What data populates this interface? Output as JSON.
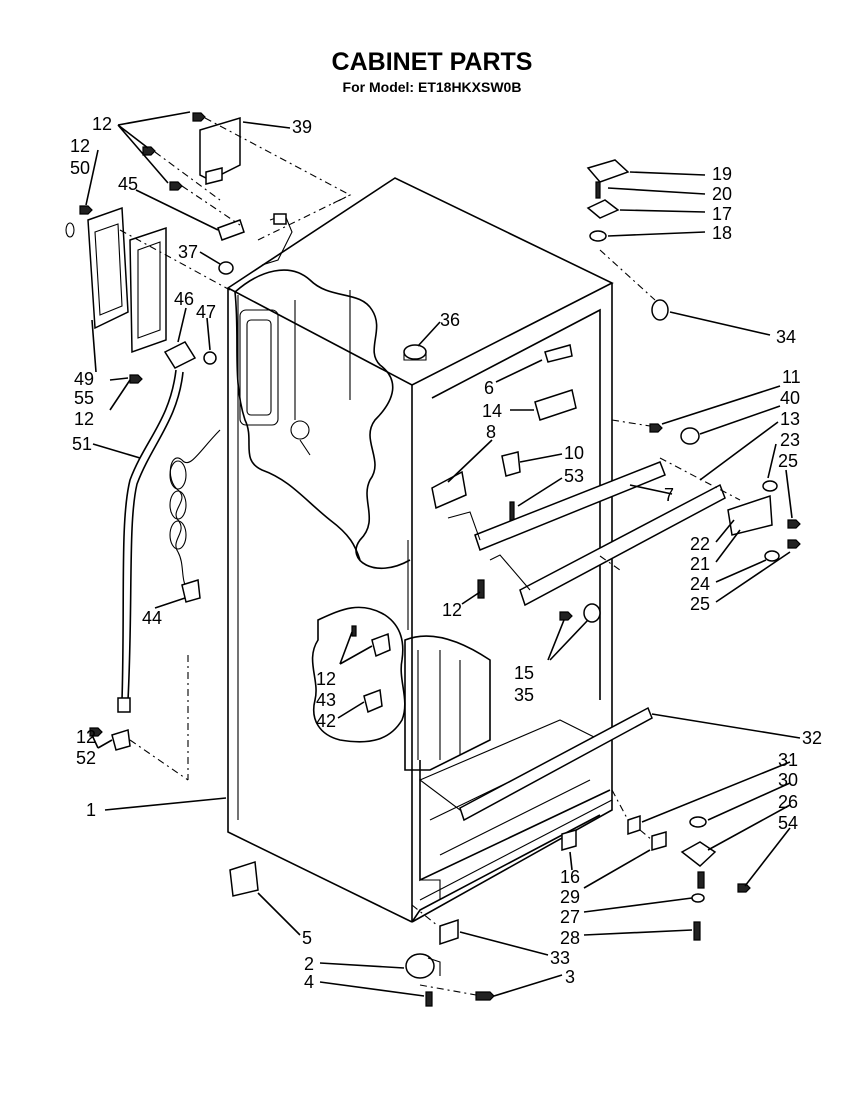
{
  "header": {
    "title": "CABINET PARTS",
    "model": "For Model: ET18HKXSW0B"
  },
  "callouts": [
    {
      "key": "c12a",
      "text": "12"
    },
    {
      "key": "c39",
      "text": "39"
    },
    {
      "key": "c12b",
      "text": "12"
    },
    {
      "key": "c50",
      "text": "50"
    },
    {
      "key": "c45",
      "text": "45"
    },
    {
      "key": "c37",
      "text": "37"
    },
    {
      "key": "c46",
      "text": "46"
    },
    {
      "key": "c47",
      "text": "47"
    },
    {
      "key": "c49",
      "text": "49"
    },
    {
      "key": "c55",
      "text": "55"
    },
    {
      "key": "c12c",
      "text": "12"
    },
    {
      "key": "c51",
      "text": "51"
    },
    {
      "key": "c44",
      "text": "44"
    },
    {
      "key": "c12d",
      "text": "12"
    },
    {
      "key": "c52",
      "text": "52"
    },
    {
      "key": "c1",
      "text": "1"
    },
    {
      "key": "c5",
      "text": "5"
    },
    {
      "key": "c2",
      "text": "2"
    },
    {
      "key": "c4",
      "text": "4"
    },
    {
      "key": "c36",
      "text": "36"
    },
    {
      "key": "c6",
      "text": "6"
    },
    {
      "key": "c14",
      "text": "14"
    },
    {
      "key": "c8",
      "text": "8"
    },
    {
      "key": "c10",
      "text": "10"
    },
    {
      "key": "c53",
      "text": "53"
    },
    {
      "key": "c7",
      "text": "7"
    },
    {
      "key": "c12e",
      "text": "12"
    },
    {
      "key": "c15",
      "text": "15"
    },
    {
      "key": "c35",
      "text": "35"
    },
    {
      "key": "c12f",
      "text": "12"
    },
    {
      "key": "c43",
      "text": "43"
    },
    {
      "key": "c42",
      "text": "42"
    },
    {
      "key": "c19",
      "text": "19"
    },
    {
      "key": "c20",
      "text": "20"
    },
    {
      "key": "c17",
      "text": "17"
    },
    {
      "key": "c18",
      "text": "18"
    },
    {
      "key": "c34",
      "text": "34"
    },
    {
      "key": "c11",
      "text": "11"
    },
    {
      "key": "c40",
      "text": "40"
    },
    {
      "key": "c13",
      "text": "13"
    },
    {
      "key": "c23",
      "text": "23"
    },
    {
      "key": "c25a",
      "text": "25"
    },
    {
      "key": "c22",
      "text": "22"
    },
    {
      "key": "c21",
      "text": "21"
    },
    {
      "key": "c24",
      "text": "24"
    },
    {
      "key": "c25b",
      "text": "25"
    },
    {
      "key": "c32",
      "text": "32"
    },
    {
      "key": "c31",
      "text": "31"
    },
    {
      "key": "c30",
      "text": "30"
    },
    {
      "key": "c26",
      "text": "26"
    },
    {
      "key": "c54",
      "text": "54"
    },
    {
      "key": "c16",
      "text": "16"
    },
    {
      "key": "c29",
      "text": "29"
    },
    {
      "key": "c27",
      "text": "27"
    },
    {
      "key": "c28",
      "text": "28"
    },
    {
      "key": "c33",
      "text": "33"
    },
    {
      "key": "c3",
      "text": "3"
    }
  ]
}
